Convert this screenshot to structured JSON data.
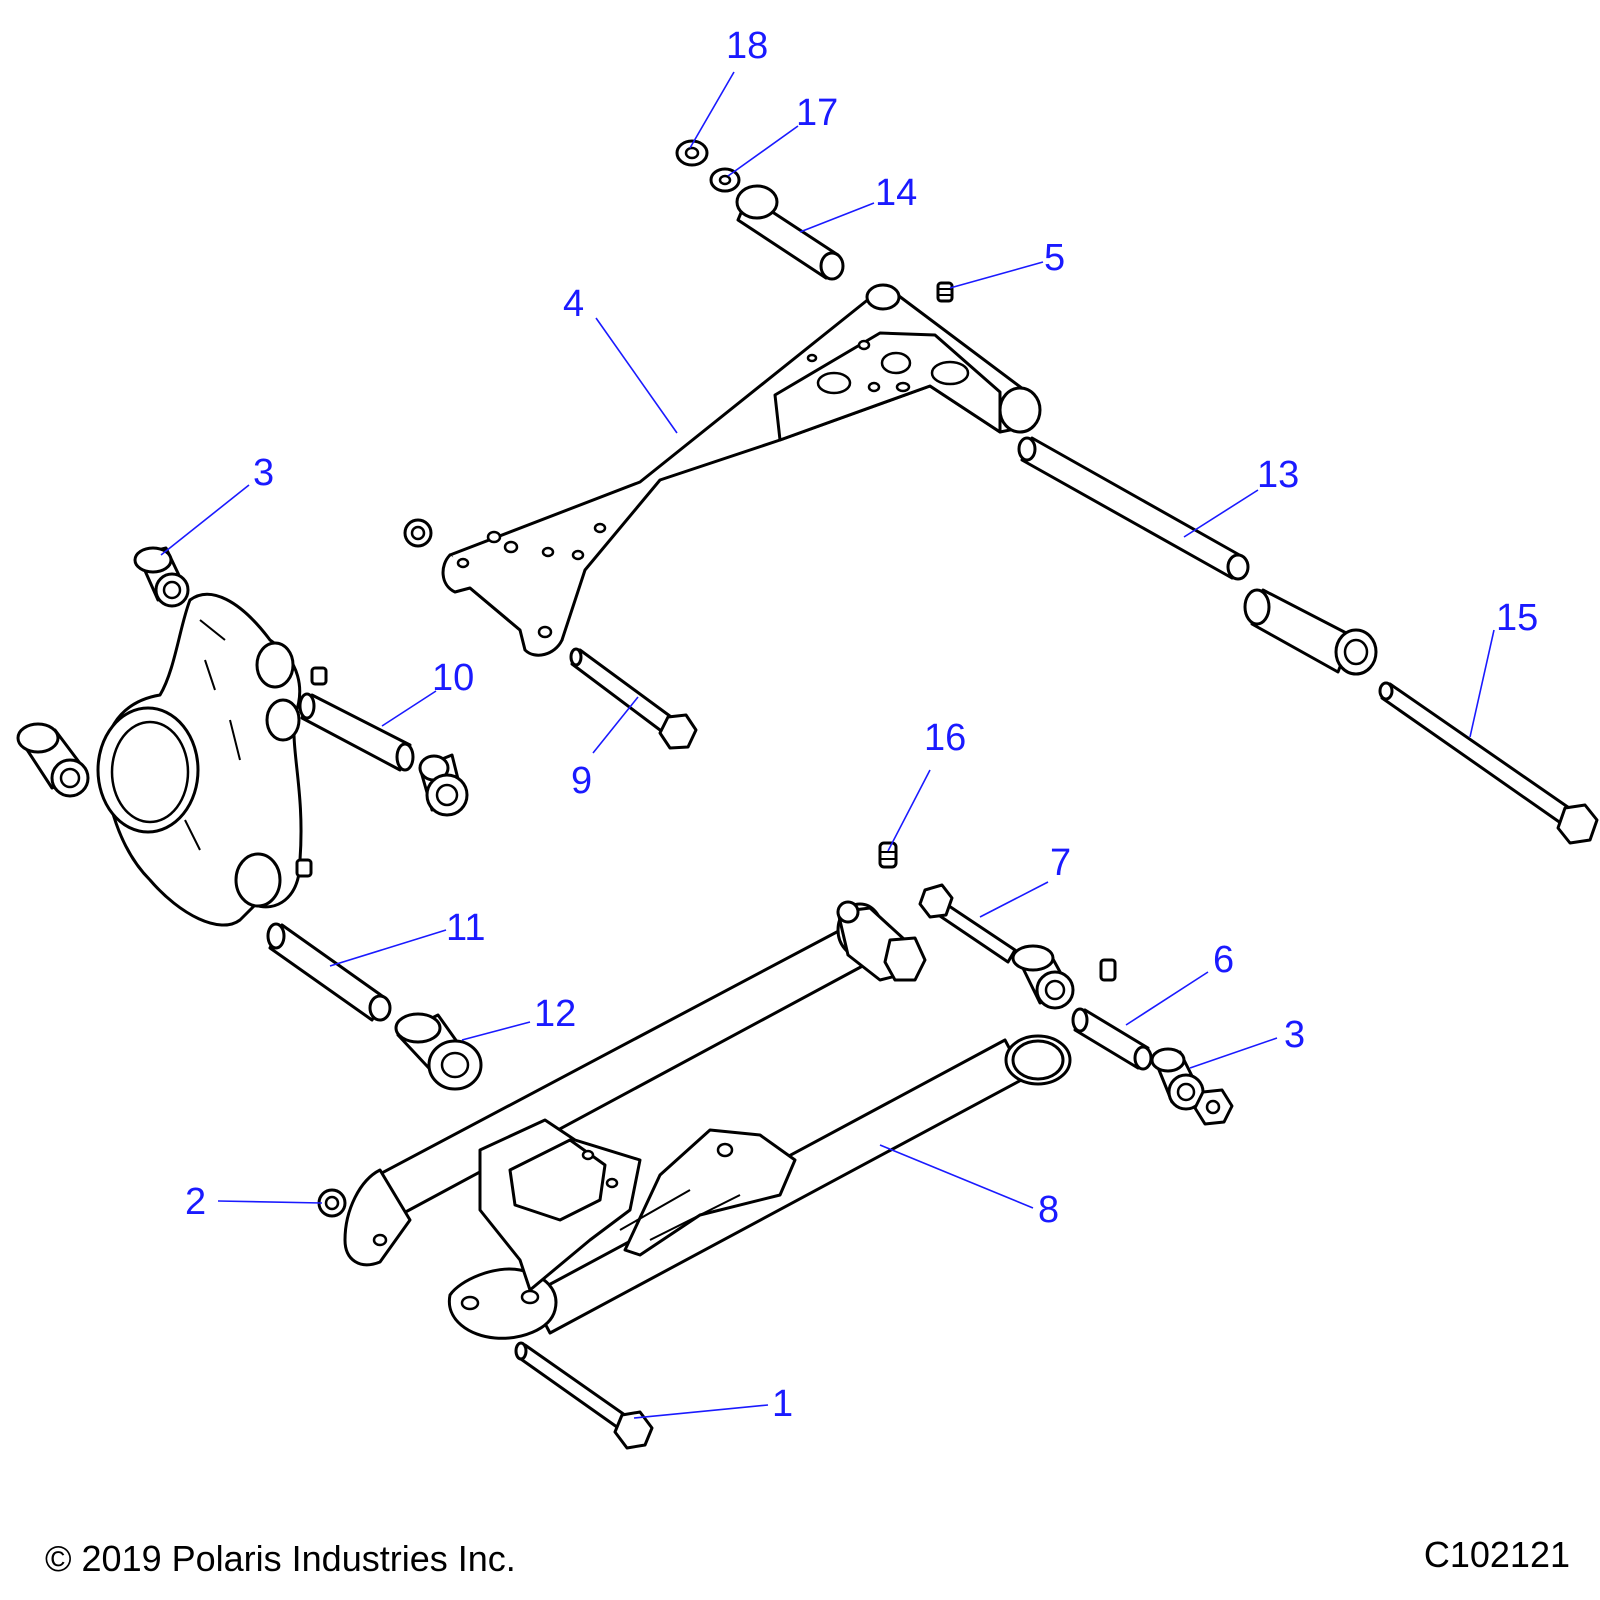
{
  "callouts": [
    {
      "id": "c18",
      "label": "18"
    },
    {
      "id": "c17",
      "label": "17"
    },
    {
      "id": "c14",
      "label": "14"
    },
    {
      "id": "c5",
      "label": "5"
    },
    {
      "id": "c4",
      "label": "4"
    },
    {
      "id": "c3a",
      "label": "3"
    },
    {
      "id": "c13",
      "label": "13"
    },
    {
      "id": "c10",
      "label": "10"
    },
    {
      "id": "c15",
      "label": "15"
    },
    {
      "id": "c16",
      "label": "16"
    },
    {
      "id": "c9",
      "label": "9"
    },
    {
      "id": "c7",
      "label": "7"
    },
    {
      "id": "c11",
      "label": "11"
    },
    {
      "id": "c6",
      "label": "6"
    },
    {
      "id": "c12",
      "label": "12"
    },
    {
      "id": "c3b",
      "label": "3"
    },
    {
      "id": "c2",
      "label": "2"
    },
    {
      "id": "c8",
      "label": "8"
    },
    {
      "id": "c1",
      "label": "1"
    }
  ],
  "footer": {
    "copyright": "© 2019 Polaris Industries Inc.",
    "figure_code": "C102121"
  },
  "colors": {
    "callout": "#1a1aff",
    "line_art": "#000000",
    "background": "#ffffff"
  }
}
